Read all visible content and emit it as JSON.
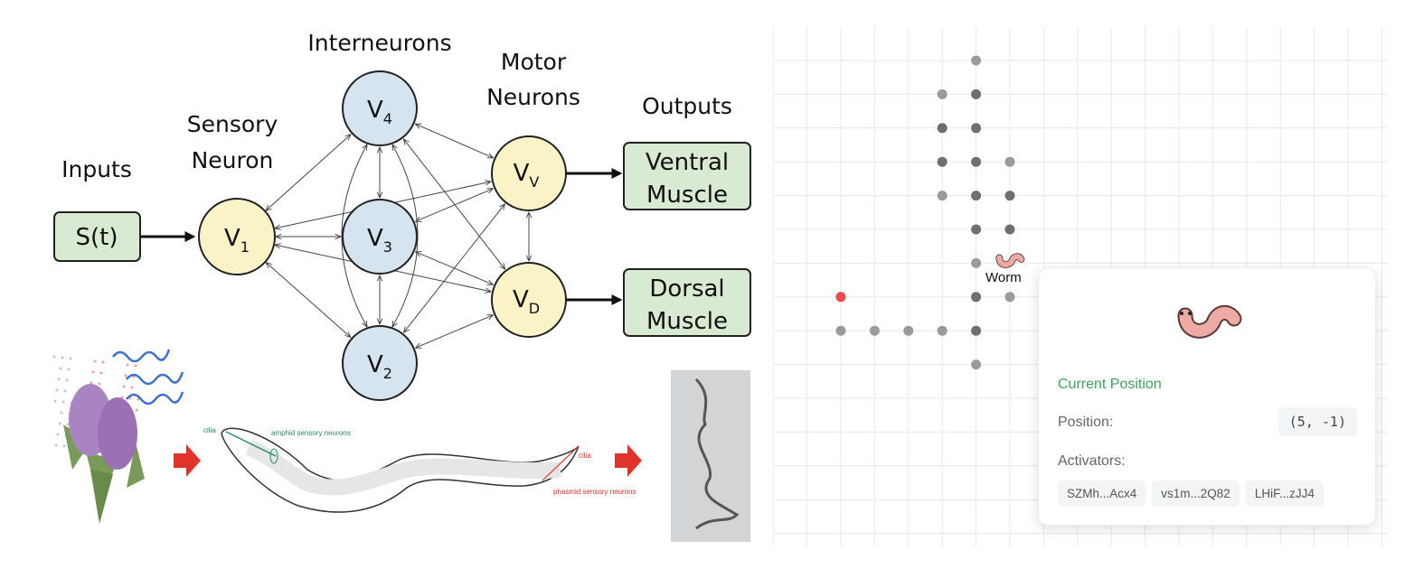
{
  "diagram": {
    "headers": {
      "inputs": "Inputs",
      "sensory_1": "Sensory",
      "sensory_2": "Neuron",
      "interneurons": "Interneurons",
      "motor_1": "Motor",
      "motor_2": "Neurons",
      "outputs": "Outputs"
    },
    "input_box": "S(t)",
    "nodes": {
      "v1": {
        "main": "V",
        "sub": "1"
      },
      "v4": {
        "main": "V",
        "sub": "4"
      },
      "v3": {
        "main": "V",
        "sub": "3"
      },
      "v2": {
        "main": "V",
        "sub": "2"
      },
      "vv": {
        "main": "V",
        "sub": "V"
      },
      "vd": {
        "main": "V",
        "sub": "D"
      }
    },
    "outputs": {
      "ventral_1": "Ventral",
      "ventral_2": "Muscle",
      "dorsal_1": "Dorsal",
      "dorsal_2": "Muscle"
    },
    "colors": {
      "neuron_sensory": "#fbf3c8",
      "neuron_inter": "#d6e4f0",
      "box": "#d9ead3",
      "arrow_red": "#e0332a"
    },
    "illustration": {
      "cilia_front": "cilia",
      "amphid": "amphid sensory neurons",
      "cilia_back": "cilia",
      "phasmid": "phasmid sensory neurons"
    }
  },
  "grid_view": {
    "worm_label": "Worm",
    "worm_icon": "worm-emoji",
    "target_color": "#e94b4b",
    "card": {
      "title": "Current Position",
      "position_label": "Position:",
      "position_value": "(5, -1)",
      "activators_label": "Activators:",
      "activators": [
        "SZMh...Acx4",
        "vs1m...2Q82",
        "LHiF...zJJ4"
      ]
    }
  }
}
